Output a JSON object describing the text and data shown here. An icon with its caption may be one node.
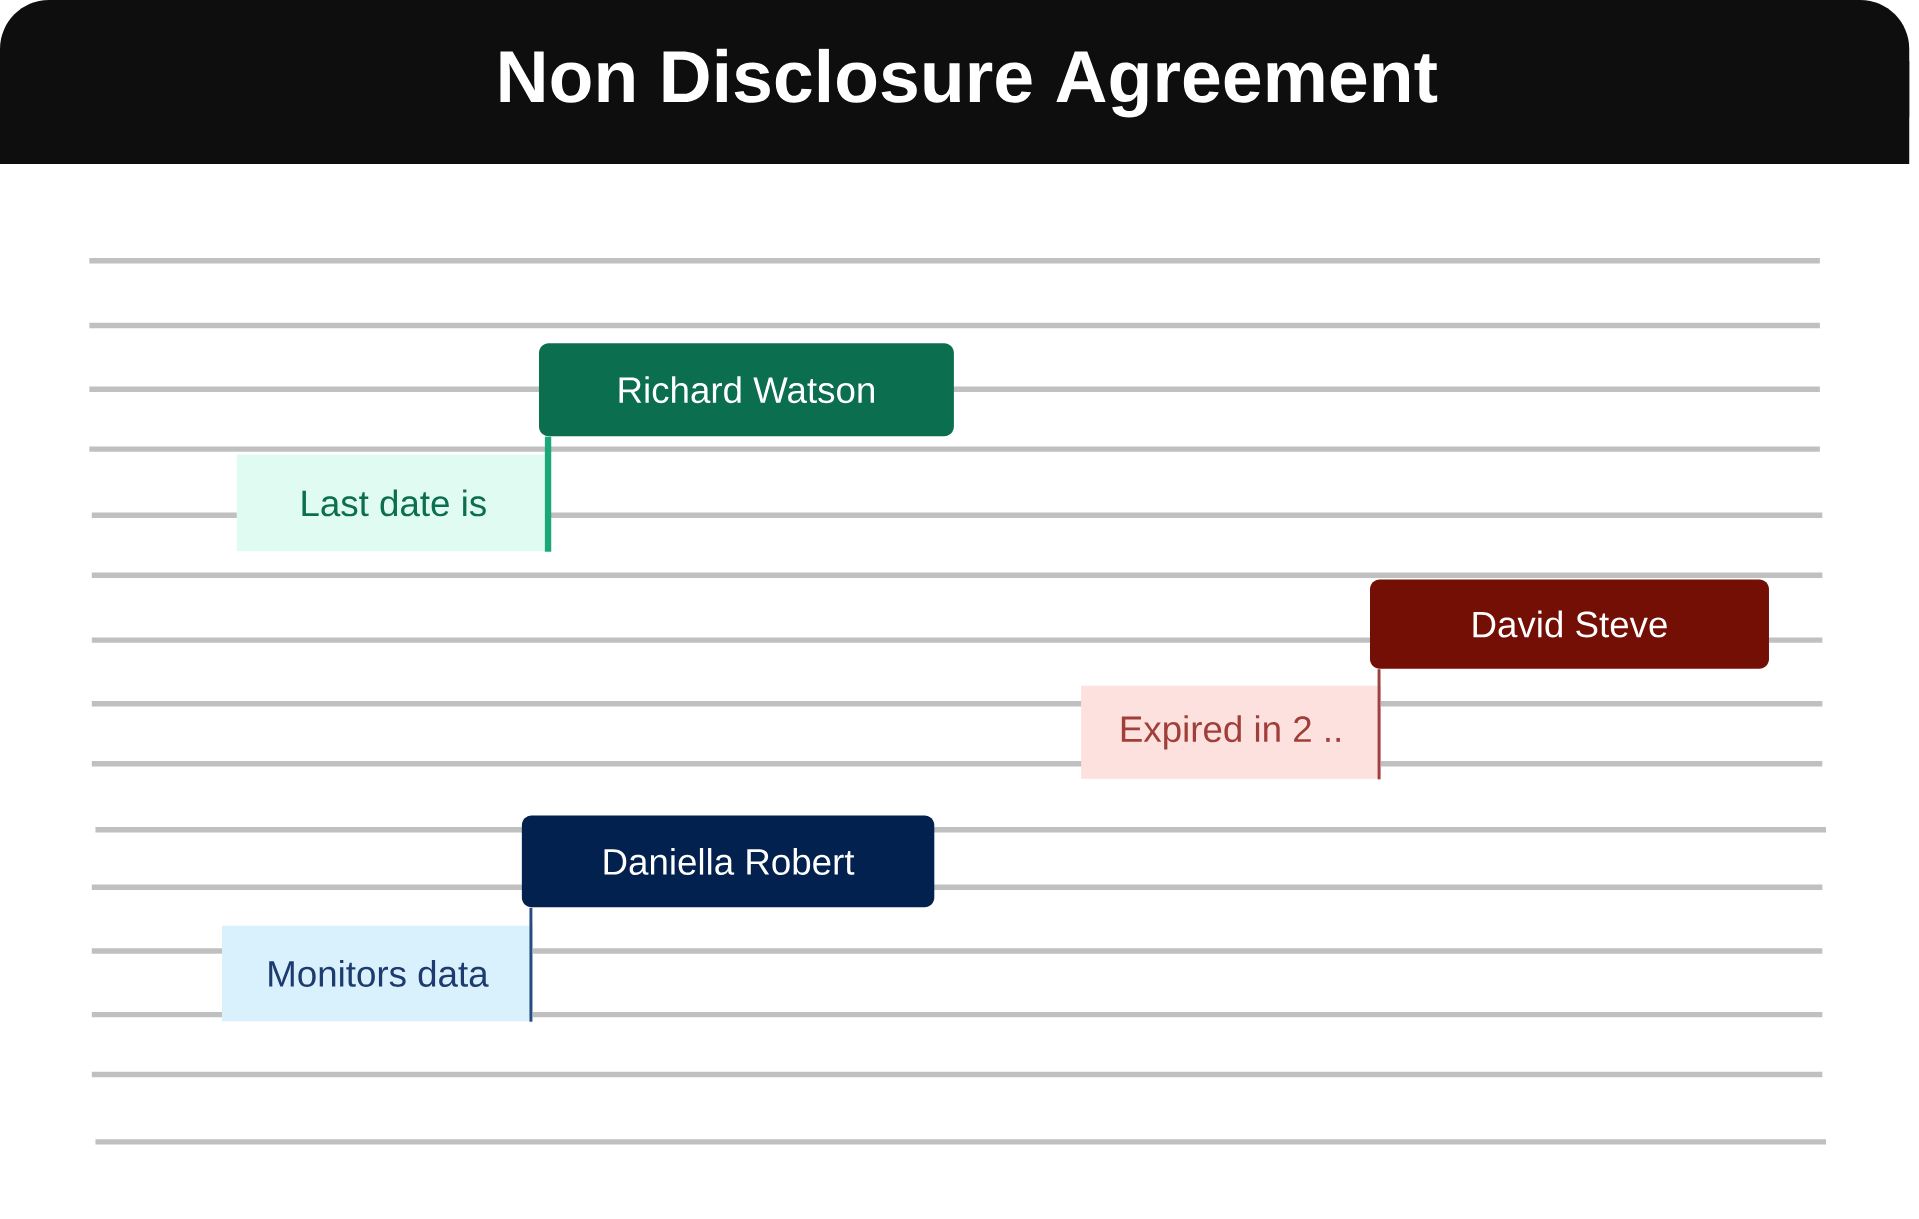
{
  "diagram": {
    "title": "Non Disclosure Agreement",
    "nodes": [
      {
        "text": [
          "Richard Watson"
        ]
      },
      {
        "text": [
          "Last date is"
        ]
      },
      {
        "text": [
          "David Steve"
        ]
      },
      {
        "text": [
          "Expired in 2 .."
        ]
      },
      {
        "text": [
          "Daniella Robert"
        ]
      },
      {
        "text": [
          "Monitors data"
        ]
      }
    ],
    "edges": [
      {
        "from": 0,
        "to": 1,
        "arrow": "none",
        "style": "thick",
        "color": "#1aa87a"
      },
      {
        "from": 2,
        "to": 3,
        "arrow": "none",
        "color": "#a04040"
      },
      {
        "from": 4,
        "to": 5,
        "arrow": "none",
        "color": "#2a4a80"
      }
    ]
  }
}
